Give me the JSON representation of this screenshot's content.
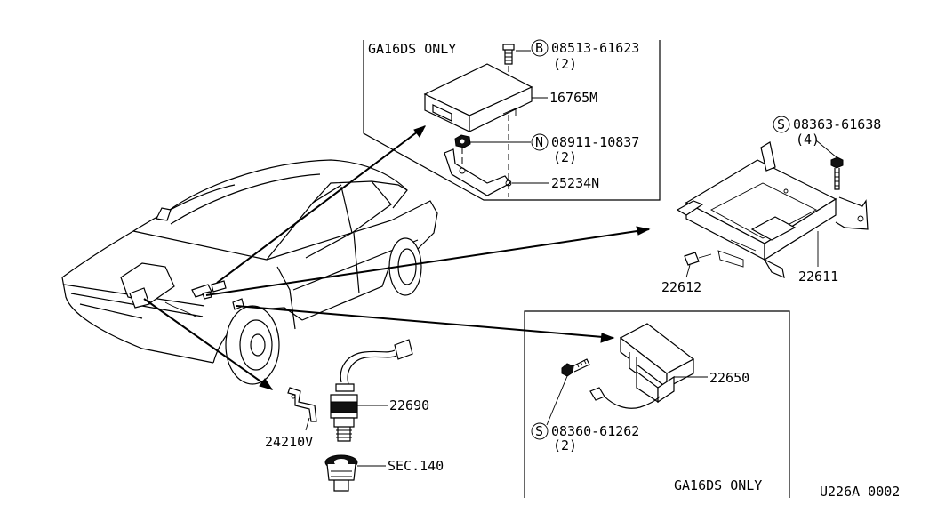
{
  "panels": {
    "top_box_title": "GA16DS ONLY",
    "bottom_box_title": "GA16DS ONLY"
  },
  "callouts": {
    "bolt_b": {
      "symbol": "B",
      "part": "08513-61623",
      "qty": "(2)"
    },
    "module_16765m": "16765M",
    "nut_n": {
      "symbol": "N",
      "part": "08911-10837",
      "qty": "(2)"
    },
    "bracket_25234n": "25234N",
    "screw_s1": {
      "symbol": "S",
      "part": "08363-61638",
      "qty": "(4)"
    },
    "sensor_22612": "22612",
    "ecm_22611": "22611",
    "unit_22650": "22650",
    "screw_s2": {
      "symbol": "S",
      "part": "08360-61262",
      "qty": "(2)"
    },
    "sensor_22690": "22690",
    "bracket_24210v": "24210V",
    "sec_140": "SEC.140"
  },
  "footer": {
    "drawing_id": "U226A 0002"
  }
}
